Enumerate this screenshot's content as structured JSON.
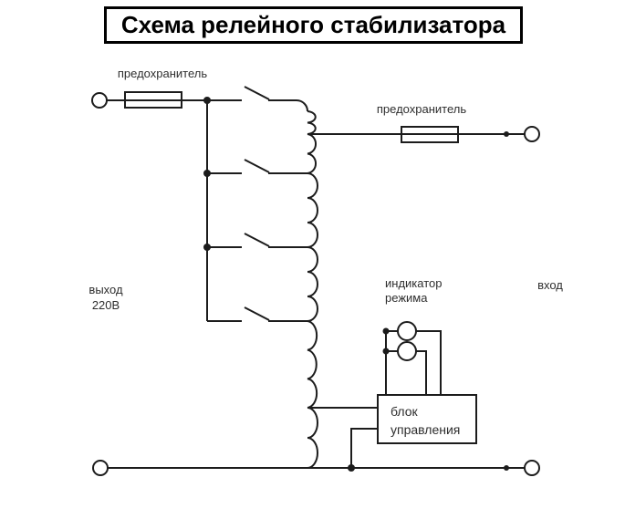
{
  "title": "Схема релейного стабилизатора",
  "labels": {
    "fuse_left": "предохранитель",
    "fuse_right": "предохранитель",
    "output": {
      "line1": "выход",
      "line2": "220В"
    },
    "input": "вход",
    "mode_indicator": {
      "line1": "индикатор",
      "line2": "режима"
    },
    "control_unit": {
      "line1": "блок",
      "line2": "управления"
    }
  },
  "components": {
    "fuses_count": 2,
    "relay_contacts_count": 4,
    "indicator_lamps_count": 2,
    "terminals_count": 4
  },
  "colors": {
    "background": "#ffffff",
    "line": "#1c1c1c",
    "text": "#2e2e2e",
    "title": "#000000"
  }
}
